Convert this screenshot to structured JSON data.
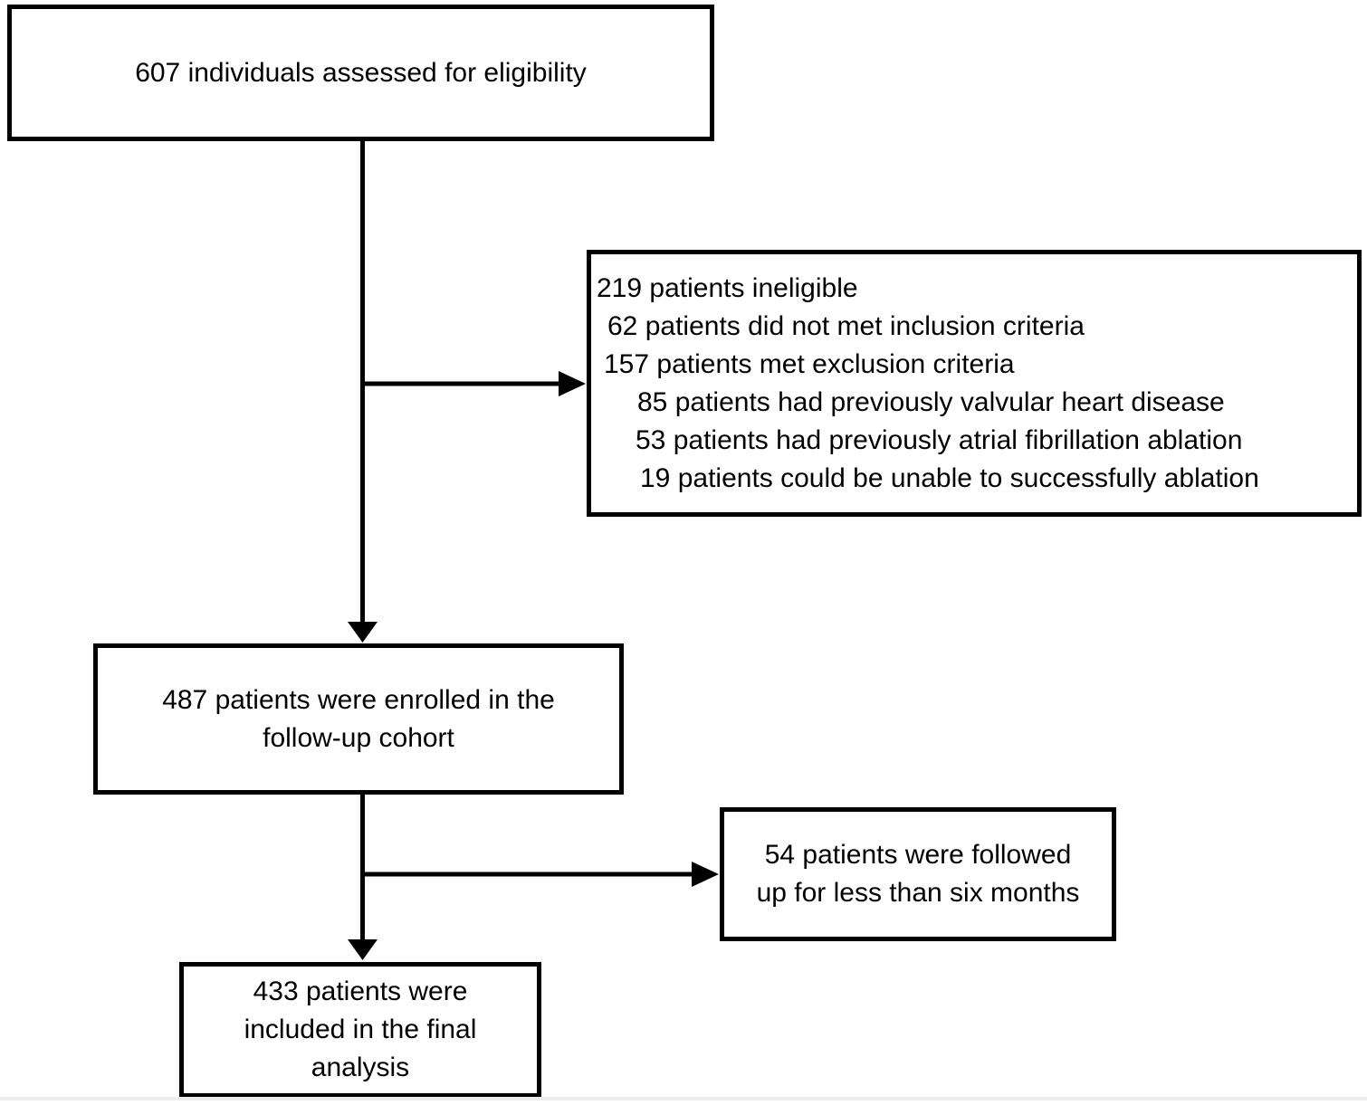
{
  "boxes": {
    "assessed": {
      "text": "607 individuals assessed for eligibility"
    },
    "ineligible": {
      "lines": [
        "219 patients ineligible",
        "62 patients did not met inclusion criteria",
        "157 patients met exclusion criteria",
        "85 patients had previously valvular heart disease",
        "53 patients had previously atrial fibrillation ablation",
        "19 patients could be unable to successfully ablation"
      ]
    },
    "enrolled": {
      "lines": [
        "487 patients were enrolled in the",
        "follow-up cohort"
      ]
    },
    "followup": {
      "lines": [
        "54 patients were followed",
        "up for less than six months"
      ]
    },
    "final": {
      "lines": [
        "433 patients were",
        "included in the final",
        "analysis"
      ]
    }
  },
  "colors": {
    "ink": "#000000",
    "background": "#ffffff",
    "bottom_edge": "#ececec"
  }
}
